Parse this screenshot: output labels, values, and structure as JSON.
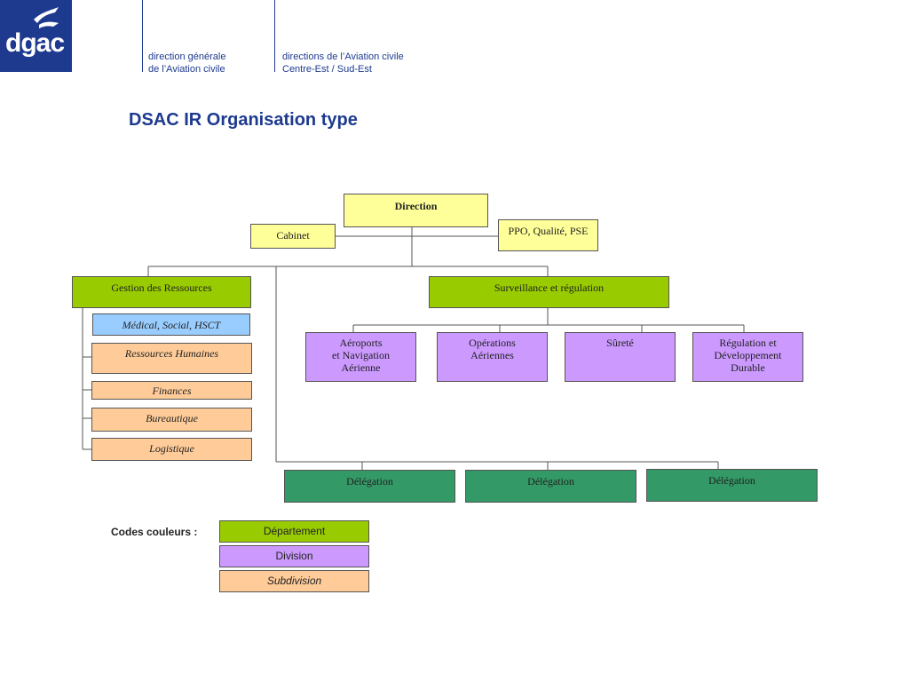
{
  "header": {
    "logo_text": "dgac",
    "left_line1": "direction générale",
    "left_line2": "de l’Aviation civile",
    "right_line1": "directions de l’Aviation civile",
    "right_line2": "Centre-Est / Sud-Est"
  },
  "title": "DSAC IR Organisation type",
  "org": {
    "direction": "Direction",
    "cabinet": "Cabinet",
    "ppo": "PPO, Qualité, PSE",
    "gestion": "Gestion des Ressources",
    "surveillance": "Surveillance et régulation",
    "subdivisions": [
      "Médical, Social, HSCT",
      "Ressources Humaines",
      "Finances",
      "Bureautique",
      "Logistique"
    ],
    "divisions": [
      [
        "Aéroports",
        "et Navigation",
        "Aérienne"
      ],
      [
        "Opérations",
        "Aériennes"
      ],
      [
        "Sûreté"
      ],
      [
        "Régulation et",
        "Développement",
        "Durable"
      ]
    ],
    "delegations": [
      "Délégation",
      "Délégation",
      "Délégation"
    ]
  },
  "legend": {
    "label": "Codes couleurs :",
    "items": [
      "Département",
      "Division",
      "Subdivision"
    ]
  },
  "colors": {
    "brand_blue": "#1d3a8f",
    "direction": "#ffff99",
    "departement": "#99cc00",
    "division": "#cc99ff",
    "subdivision": "#ffcc99",
    "medical": "#99ccff",
    "delegation": "#339966"
  }
}
